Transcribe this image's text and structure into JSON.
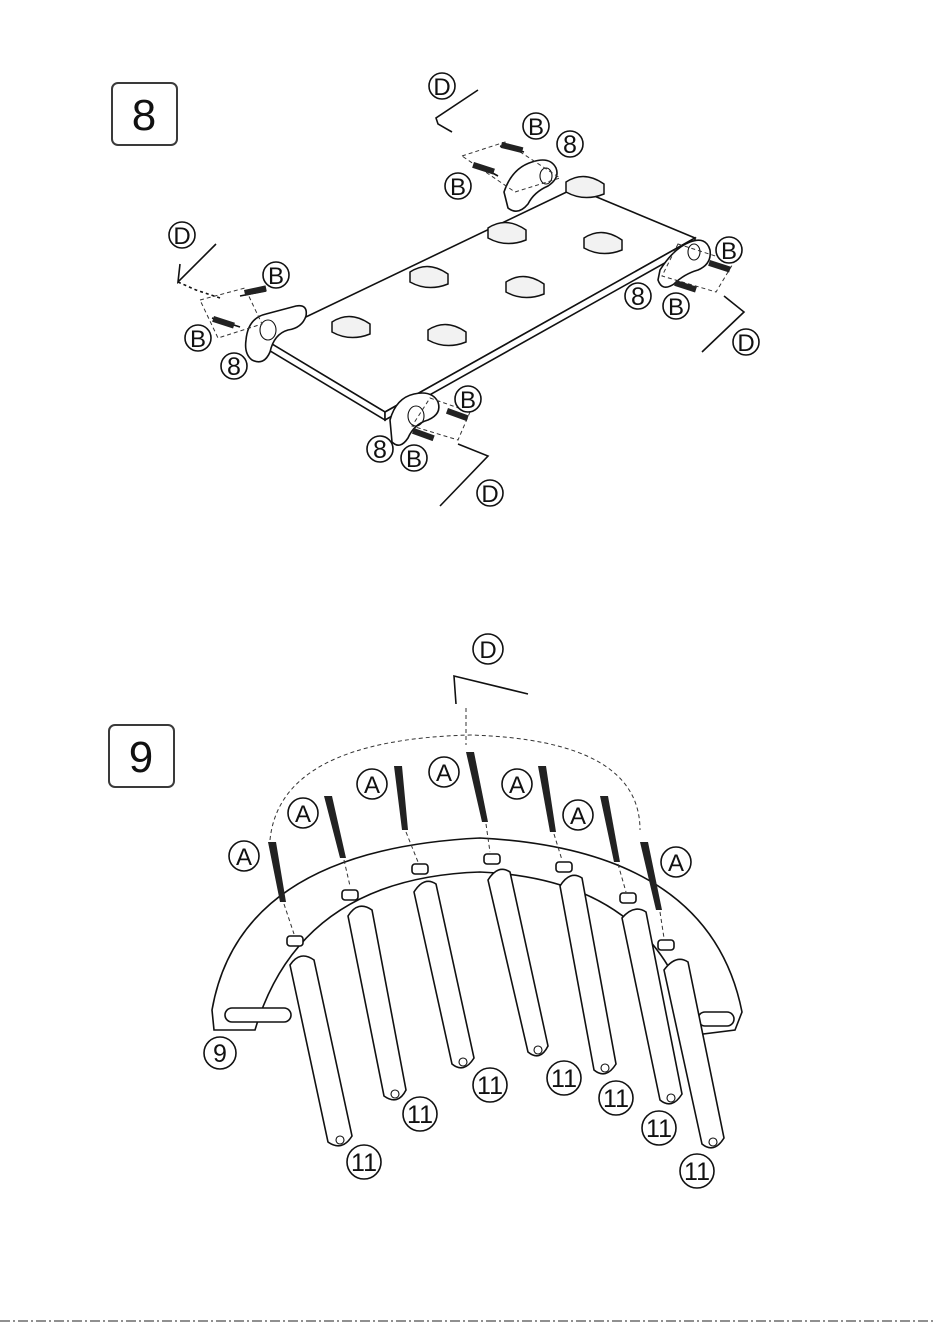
{
  "steps": [
    {
      "number": "8",
      "callouts": {
        "hex_key": "D",
        "bolt": "B",
        "part": "8"
      }
    },
    {
      "number": "9",
      "callouts": {
        "hex_key": "D",
        "screw": "A",
        "arch_part": "9",
        "rung": "11"
      }
    }
  ]
}
